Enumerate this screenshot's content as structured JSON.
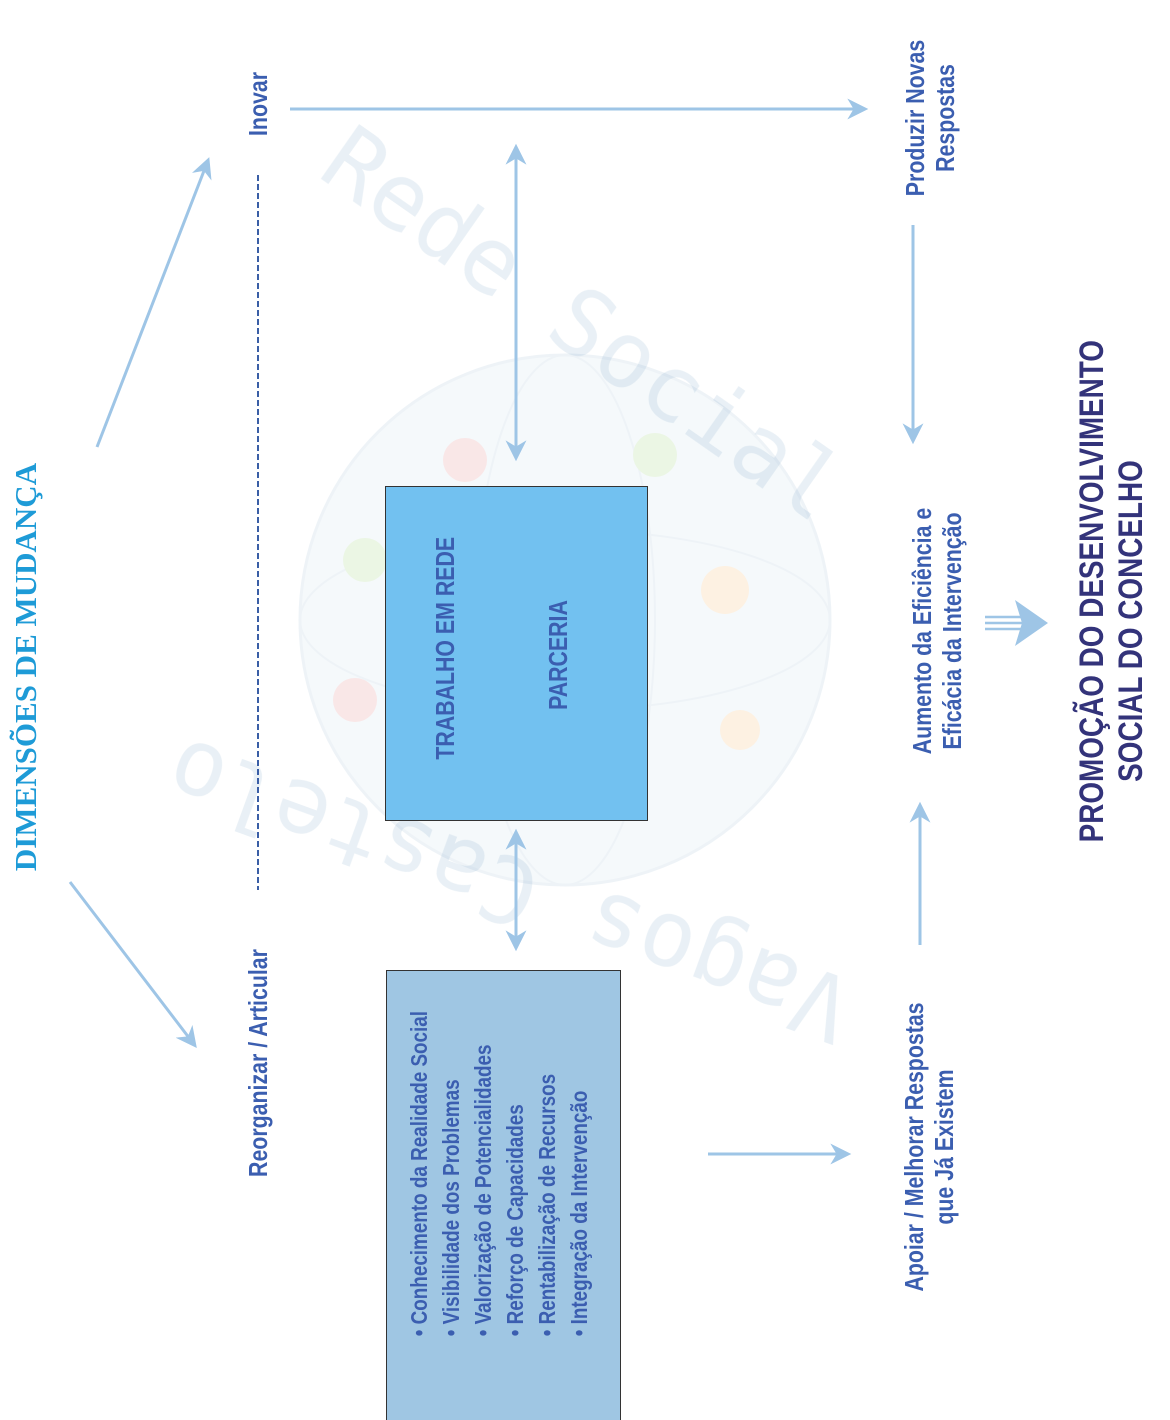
{
  "title": "DIMENSÕES DE MUDANÇA",
  "labels": {
    "inovar": "Inovar",
    "reorganizar": "Reorganizar / Articular",
    "produzir_line1": "Produzir Novas",
    "produzir_line2": "Respostas",
    "aumento_line1": "Aumento da Eficiência e",
    "aumento_line2": "Eficácia da Intervenção",
    "apoiar_line1": "Apoiar / Melhorar Respostas",
    "apoiar_line2": "que Já Existem"
  },
  "central_box": {
    "line1": "TRABALHO EM REDE",
    "line2": "PARCERIA"
  },
  "list_box": {
    "items": [
      "• Conhecimento da Realidade Social",
      "• Visibilidade dos Problemas",
      "• Valorização de Potencialidades",
      "• Reforço de Capacidades",
      "• Rentabilização de Recursos",
      "• Integração da Intervenção"
    ]
  },
  "promo": {
    "line1": "PROMOÇÃO DO DESENVOLVIMENTO",
    "line2": "SOCIAL DO CONCELHO"
  },
  "watermark": {
    "text_top": "Rede Social",
    "text_bottom": "Vagos Castelo"
  },
  "colors": {
    "arrow": "#9ec5e6",
    "central_box": "#72c1f0",
    "list_box": "#9fc6e3",
    "title": "#1e9bd7",
    "label": "#3b5eb0",
    "promo": "#33337a"
  }
}
